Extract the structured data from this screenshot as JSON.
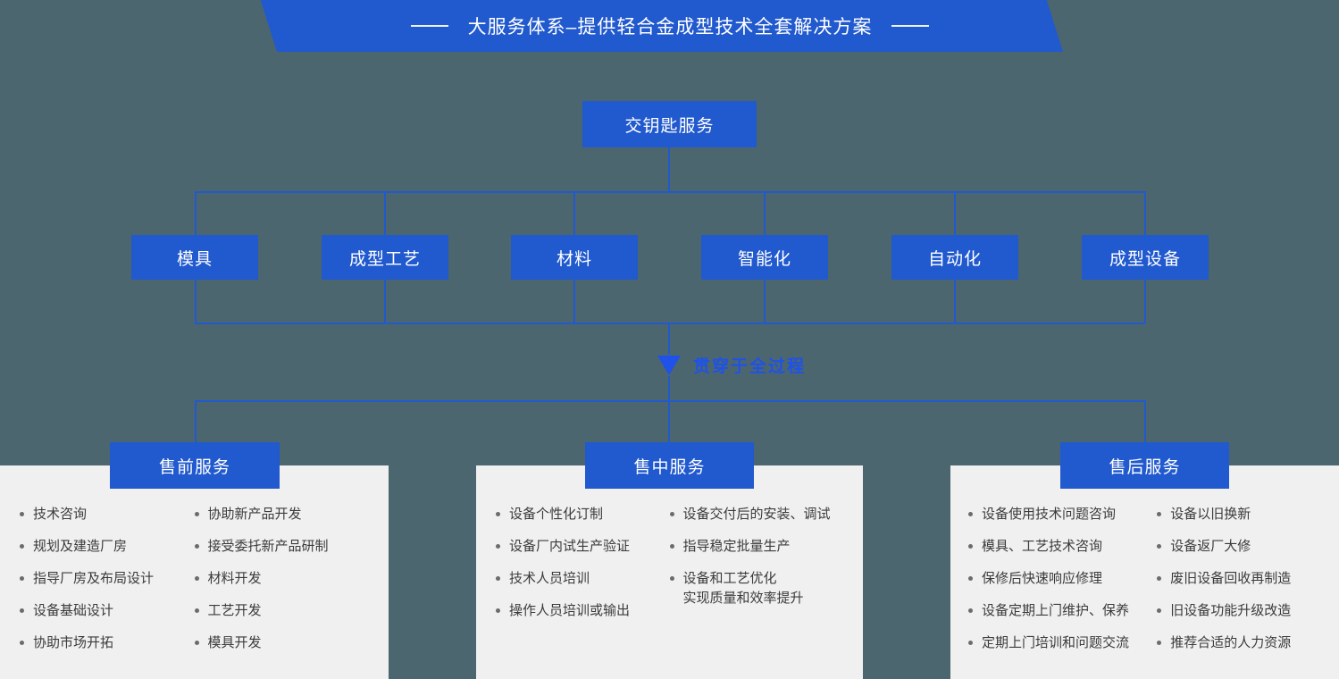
{
  "banner": {
    "title": "大服务体系–提供轻合金成型技术全套解决方案",
    "dash_left": "—",
    "dash_right": "—"
  },
  "colors": {
    "background": "#4c6670",
    "accent_blue": "#2159ce",
    "arrow_blue": "#1e52e8",
    "panel_bg": "#f0f0f0",
    "text_dark": "#3b3b3b",
    "text_light": "#ffffff"
  },
  "root_node": {
    "label": "交钥匙服务"
  },
  "capability_nodes": [
    {
      "label": "模具"
    },
    {
      "label": "成型工艺"
    },
    {
      "label": "材料"
    },
    {
      "label": "智能化"
    },
    {
      "label": "自动化"
    },
    {
      "label": "成型设备"
    }
  ],
  "mid_arrow": {
    "icon": "triangle-down-icon",
    "label": "贯穿于全过程"
  },
  "service_panels": [
    {
      "title": "售前服务",
      "columns": [
        [
          "技术咨询",
          "规划及建造厂房",
          "指导厂房及布局设计",
          "设备基础设计",
          "协助市场开拓"
        ],
        [
          "协助新产品开发",
          "接受委托新产品研制",
          "材料开发",
          "工艺开发",
          "模具开发"
        ]
      ]
    },
    {
      "title": "售中服务",
      "columns": [
        [
          "设备个性化订制",
          "设备厂内试生产验证",
          "技术人员培训",
          "操作人员培训或输出"
        ],
        [
          "设备交付后的安装、调试",
          "指导稳定批量生产",
          "设备和工艺优化\n实现质量和效率提升"
        ]
      ]
    },
    {
      "title": "售后服务",
      "columns": [
        [
          "设备使用技术问题咨询",
          "模具、工艺技术咨询",
          "保修后快速响应修理",
          "设备定期上门维护、保养",
          "定期上门培训和问题交流"
        ],
        [
          "设备以旧换新",
          "设备返厂大修",
          "废旧设备回收再制造",
          "旧设备功能升级改造",
          "推荐合适的人力资源"
        ]
      ]
    }
  ]
}
